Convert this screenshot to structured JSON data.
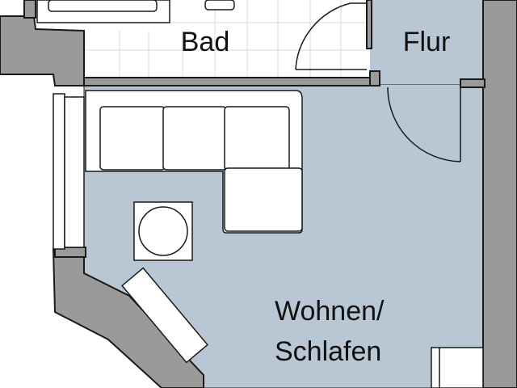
{
  "rooms": {
    "bathroom": {
      "label": "Bad"
    },
    "hallway": {
      "label": "Flur"
    },
    "living_bedroom": {
      "label_line1": "Wohnen/",
      "label_line2": "Schlafen"
    }
  },
  "colors": {
    "floor_living": "#b9c6d4",
    "floor_bath": "#ffffff",
    "tile_lines": "#d6dbe1",
    "wall_fill": "#9a9a9a",
    "wall_stroke": "#1a1a1a",
    "furniture_fill": "#ffffff",
    "label_text": "#111111"
  },
  "icons": [
    "sofa-icon",
    "side-table-icon",
    "desk-icon",
    "bathtub-icon",
    "sink-icon",
    "door-swing-icon",
    "wardrobe-icon"
  ]
}
